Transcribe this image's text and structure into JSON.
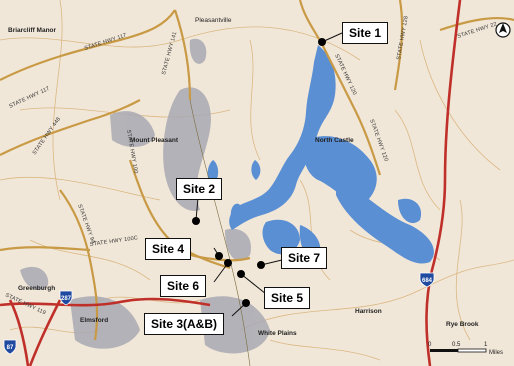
{
  "sites": [
    {
      "id": "site1",
      "label": "Site 1"
    },
    {
      "id": "site2",
      "label": "Site 2"
    },
    {
      "id": "site3",
      "label": "Site 3(A&B)"
    },
    {
      "id": "site4",
      "label": "Site 4"
    },
    {
      "id": "site5",
      "label": "Site 5"
    },
    {
      "id": "site6",
      "label": "Site 6"
    },
    {
      "id": "site7",
      "label": "Site 7"
    }
  ],
  "towns": {
    "briarcliff": "Briarcliff Manor",
    "pleasantville": "Pleasantville",
    "mount_pleasant": "Mount Pleasant",
    "north_castle": "North Castle",
    "greenburgh": "Greenburgh",
    "elmsford": "Elmsford",
    "white_plains": "White Plains",
    "harrison": "Harrison",
    "rye_brook": "Rye Brook"
  },
  "highways": {
    "hwy117_a": "STATE HWY 117",
    "hwy117_b": "STATE HWY 117",
    "hwy141": "STATE HWY 141",
    "hwy448": "STATE HWY 448",
    "hwy120_a": "STATE HWY 120",
    "hwy120_b": "STATE HWY 120",
    "hwy128": "STATE HWY 128",
    "hwy22": "STATE HWY 22",
    "hwy100": "STATE HWY 100",
    "hwy9a": "STATE HWY 9A",
    "hwy100c": "STATE HWY 100C",
    "hwy119": "STATE HWY 119"
  },
  "shields": {
    "i287": "287",
    "i87": "87",
    "i684": "684"
  },
  "scale": {
    "zero": "0",
    "half": "0.5",
    "one": "1",
    "unit": "Miles"
  },
  "colors": {
    "land": "#f1e7d8",
    "water": "#5b8fd3",
    "major_road": "#c99a45",
    "road": "#d4a862",
    "urban": "#a6a6b0",
    "interstate": "#c0302a"
  }
}
